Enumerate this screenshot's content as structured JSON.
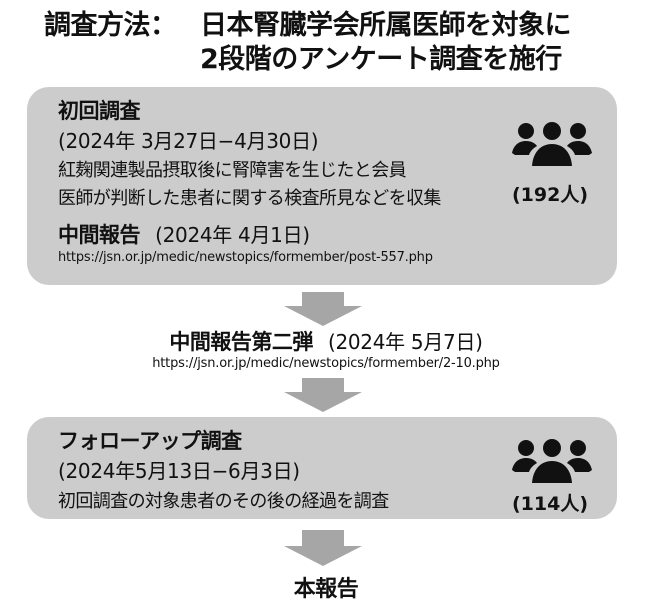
{
  "header": {
    "label": "調査方法：",
    "line1": "日本腎臓学会所属医師を対象に",
    "line2": "2段階のアンケート調査を施行"
  },
  "initial_survey": {
    "title": "初回調査",
    "period": "(2024年 3月27日−4月30日)",
    "description_line1": "紅麹関連製品摂取後に腎障害を生じたと会員",
    "description_line2": "医師が判断した患者に関する検査所見などを収集",
    "count": "(192人)",
    "icon": "people-group-icon",
    "interim_report": {
      "title": "中間報告",
      "date": "(2024年 4月1日)",
      "url": "https://jsn.or.jp/medic/newstopics/formember/post-557.php"
    }
  },
  "interim_report_2": {
    "title": "中間報告第二弾",
    "date": "(2024年 5月7日)",
    "url": "https://jsn.or.jp/medic/newstopics/formember/2-10.php"
  },
  "followup_survey": {
    "title": "フォローアップ調査",
    "period": "(2024年5月13日−6月3日)",
    "description": "初回調査の対象患者のその後の経過を調査",
    "count": "(114人)",
    "icon": "people-group-icon"
  },
  "final_report": {
    "title": "本報告"
  },
  "colors": {
    "box_fill": "#cccccc",
    "arrow_fill": "#a6a6a6",
    "text": "#111111",
    "background": "#ffffff"
  }
}
